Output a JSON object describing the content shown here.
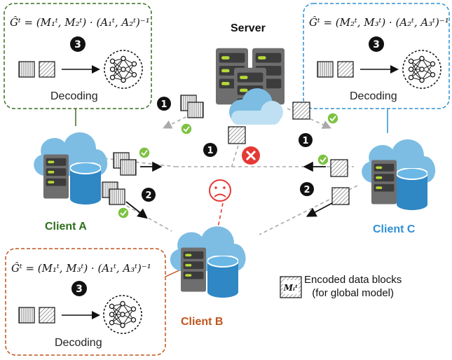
{
  "server": {
    "label": "Server"
  },
  "clients": {
    "a": {
      "label": "Client A",
      "color": "#2e6e1e",
      "formula": "Ĝᵗ = (M₁ᵗ, M₂ᵗ) · (A₁ᵗ, A₂ᵗ)⁻¹",
      "step": "3",
      "decoding": "Decoding"
    },
    "b": {
      "label": "Client B",
      "color": "#c0551b",
      "formula": "Ĝᵗ = (M₁ᵗ, M₃ᵗ) · (A₁ᵗ, A₃ᵗ)⁻¹",
      "step": "3",
      "decoding": "Decoding"
    },
    "c": {
      "label": "Client C",
      "color": "#2f8fd6",
      "formula": "Ĝᵗ = (M₂ᵗ, M₃ᵗ) · (A₂ᵗ, A₃ᵗ)⁻¹",
      "step": "3",
      "decoding": "Decoding"
    }
  },
  "steps": {
    "one": "1",
    "two": "2"
  },
  "legend": {
    "symbol": "Mᵢᵗ",
    "line1": "Encoded data blocks",
    "line2": "(for global model)"
  },
  "icons": [
    "server-icon",
    "cloud-icon",
    "database-icon",
    "neural-network-icon",
    "check-icon",
    "cross-icon",
    "sad-face-icon",
    "data-block-icon"
  ]
}
